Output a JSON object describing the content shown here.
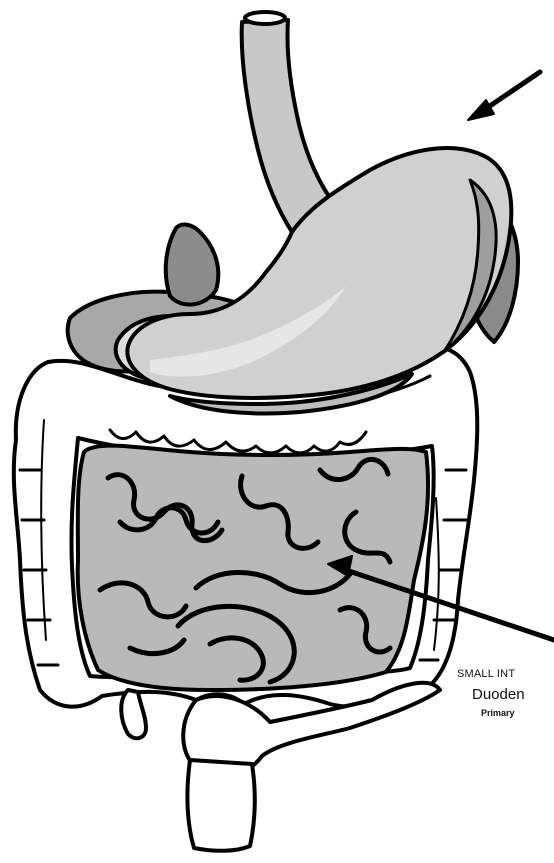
{
  "labels": {
    "small_intestine": "SMALL INT",
    "duodenum": "Duoden",
    "primary": "Primary"
  },
  "colors": {
    "organ_light": "#d2d2d2",
    "organ_mid": "#b3b3b3",
    "organ_dark": "#8c8c8c",
    "colon": "#ffffff",
    "outline": "#000000"
  },
  "icons": [
    "arrow-icon"
  ]
}
